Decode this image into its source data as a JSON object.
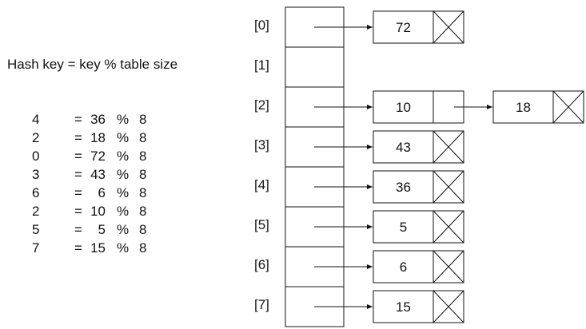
{
  "formula": "Hash key = key % table size",
  "calculations": [
    {
      "hash": "4",
      "eq": "=",
      "key": "36",
      "mod": "%",
      "size": "8"
    },
    {
      "hash": "2",
      "eq": "=",
      "key": "18",
      "mod": "%",
      "size": "8"
    },
    {
      "hash": "0",
      "eq": "=",
      "key": "72",
      "mod": "%",
      "size": "8"
    },
    {
      "hash": "3",
      "eq": "=",
      "key": "43",
      "mod": "%",
      "size": "8"
    },
    {
      "hash": "6",
      "eq": "=",
      "key": "6",
      "mod": "%",
      "size": "8"
    },
    {
      "hash": "2",
      "eq": "=",
      "key": "10",
      "mod": "%",
      "size": "8"
    },
    {
      "hash": "5",
      "eq": "=",
      "key": "5",
      "mod": "%",
      "size": "8"
    },
    {
      "hash": "7",
      "eq": "=",
      "key": "15",
      "mod": "%",
      "size": "8"
    }
  ],
  "table": {
    "indices": [
      "[0]",
      "[1]",
      "[2]",
      "[3]",
      "[4]",
      "[5]",
      "[6]",
      "[7]"
    ],
    "chains": [
      [
        "72"
      ],
      [],
      [
        "10",
        "18"
      ],
      [
        "43"
      ],
      [
        "36"
      ],
      [
        "5"
      ],
      [
        "6"
      ],
      [
        "15"
      ]
    ]
  }
}
